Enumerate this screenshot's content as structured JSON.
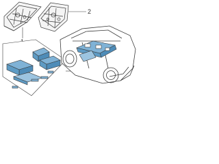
{
  "callouts": {
    "part_1": "1",
    "part_2": "2",
    "part_3": "3"
  },
  "colors": {
    "line": "#3a3a3a",
    "highlight": "#7fb2d6",
    "highlight_dark": "#4e8cb8",
    "background": "#ffffff"
  }
}
